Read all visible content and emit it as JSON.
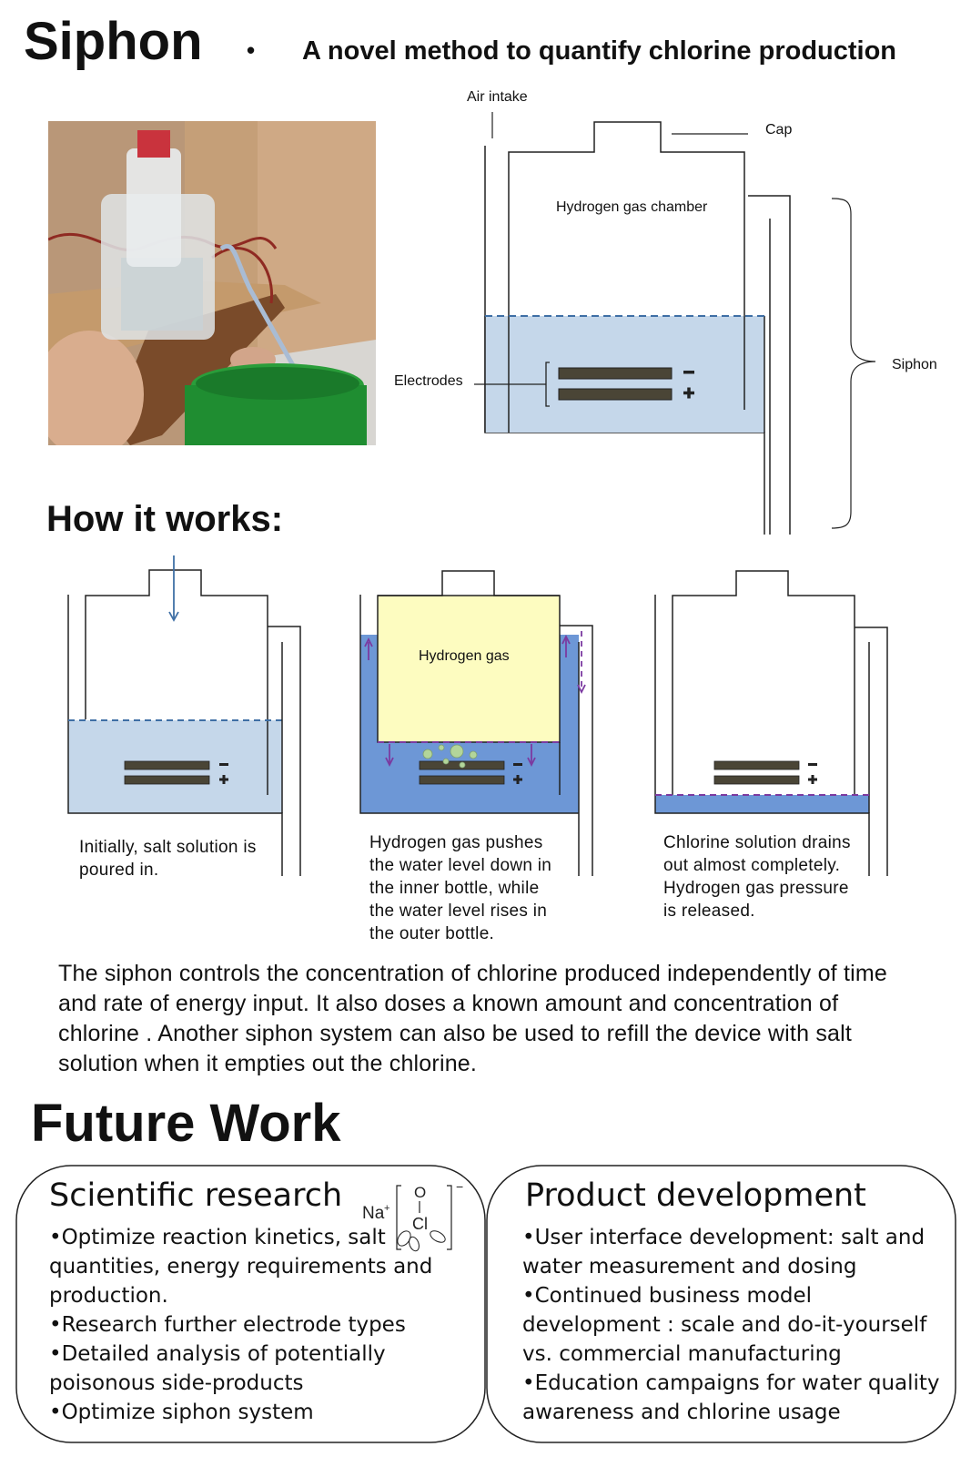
{
  "header": {
    "title": "Siphon",
    "bullet": "•",
    "subtitle": "A novel method to quantify chlorine production"
  },
  "main_diagram": {
    "air_intake": "Air intake",
    "cap": "Cap",
    "chamber": "Hydrogen gas chamber",
    "electrodes": "Electrodes",
    "siphon": "Siphon"
  },
  "how_it_works": {
    "title": "How it works:",
    "hydrogen_gas_label": "Hydrogen gas",
    "steps": [
      {
        "lines": [
          "Initially, salt solution is",
          "poured in."
        ]
      },
      {
        "lines": [
          "Hydrogen gas pushes",
          "the water level down in",
          "the inner bottle, while",
          "the water level rises in",
          "the outer bottle."
        ]
      },
      {
        "lines": [
          "Chlorine solution drains",
          "out almost completely.",
          "Hydrogen gas pressure",
          "is released."
        ]
      }
    ]
  },
  "summary": {
    "text": "The siphon controls the concentration of chlorine produced independently of time and rate of energy input. It also doses a known amount and concentration of chlorine . Another siphon system can also be used to refill the device with salt solution  when it empties out the chlorine."
  },
  "future_work": {
    "title": "Future Work",
    "molecule": {
      "cation": "Na",
      "charge_plus": "+",
      "oxygen": "O",
      "chlorine": "Cl",
      "charge_minus": "−"
    },
    "scientific": {
      "title": "Scientific research",
      "items": [
        "•Optimize reaction kinetics, salt",
        "quantities, energy requirements and",
        "production.",
        "•Research further electrode types",
        "•Detailed analysis of potentially",
        "poisonous side-products",
        "•Optimize siphon system"
      ]
    },
    "product": {
      "title": "Product development",
      "items": [
        "•User interface development: salt and",
        "water  measurement and dosing",
        "•Continued business model",
        "development : scale and do-it-yourself",
        "vs. commercial manufacturing",
        "•Education campaigns for water quality",
        "awareness and chlorine usage"
      ]
    }
  },
  "colors": {
    "water_light": "#c5d7ea",
    "water_blue": "#6d97d6",
    "gas_yellow": "#fdfcc0",
    "electrode": "#4a4536",
    "arrow_blue": "#3f6fa5",
    "arrow_purple": "#7b3aa0"
  }
}
